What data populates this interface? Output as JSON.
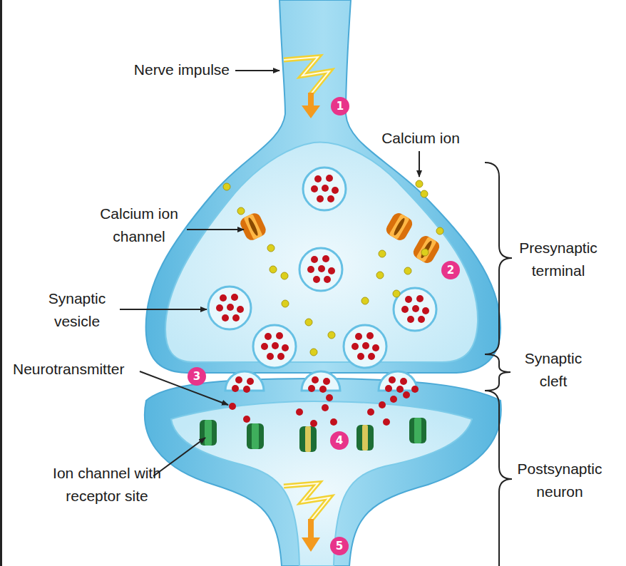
{
  "diagram": {
    "labels": [
      "Nerve impulse",
      "1",
      "Calcium ion",
      "Calcium ion channel",
      "Presynaptic terminal",
      "2",
      "Synaptic vesicle",
      "Synaptic cleft",
      "Neurotransmitter",
      "3",
      "4",
      "Ion channel with receptor site",
      "Postsynaptic neuron",
      "5"
    ]
  }
}
